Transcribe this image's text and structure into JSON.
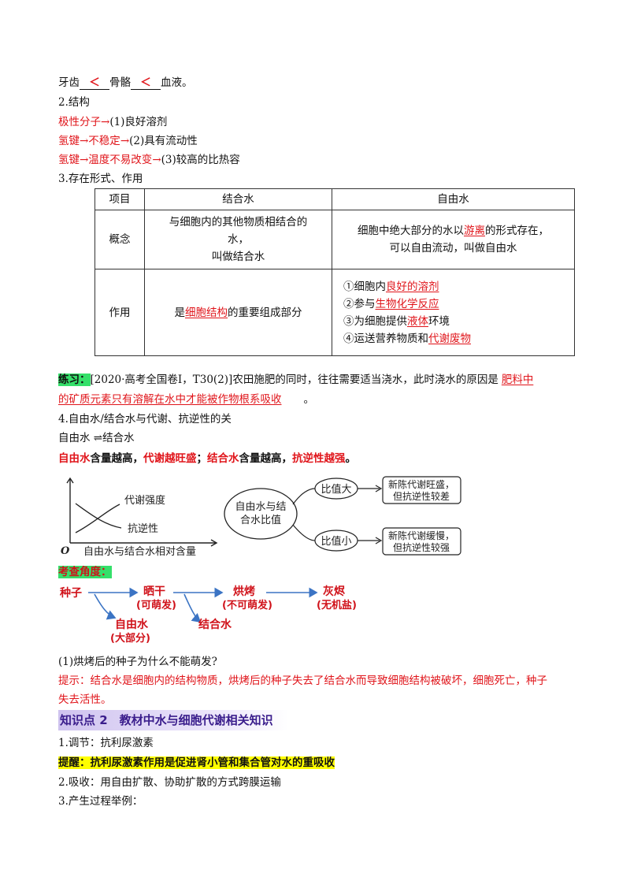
{
  "line1": {
    "a": "牙齿",
    "b1": "＜",
    "c": "骨骼",
    "b2": "＜",
    "d": "血液。"
  },
  "struct": {
    "heading": "2.结构",
    "r1a": "极性分子",
    "arrow": "→",
    "r1b": "(1)良好溶剂",
    "r2a": "氢键→不稳定",
    "r2b": "(2)具有流动性",
    "r3a": "氢键→温度不易改变",
    "r3b": "(3)较高的比热容"
  },
  "form_heading": "3.存在形式、作用",
  "table": {
    "h0": "项目",
    "h1": "结合水",
    "h2": "自由水",
    "r1_label": "概念",
    "r1_bound_l1": "与细胞内的其他物质相结合的",
    "r1_bound_l2": "水，",
    "r1_bound_l3": "叫做结合水",
    "r1_free_l1a": "细胞中绝大部分的水以",
    "r1_free_l1b": "游离",
    "r1_free_l1c": "的形式存在，",
    "r1_free_l2": "可以自由流动，叫做自由水",
    "r2_label": "作用",
    "r2_bound_a": "是",
    "r2_bound_b": "细胞结构",
    "r2_bound_c": "的重要组成部分",
    "f1a": "①细胞内",
    "f1b": "良好的溶剂",
    "f2a": "②参与",
    "f2b": "生物化学反应",
    "f3a": "③为细胞提供",
    "f3b": "液体",
    "f3c": "环境",
    "f4a": "④运送营养物质和",
    "f4b": "代谢废物"
  },
  "exercise": {
    "tag": "练习：",
    "text": "[2020·高考全国卷Ⅰ，T30(2)]农田施肥的同时，往往需要适当浇水，此时浇水的原因是",
    "ans1": "肥料中",
    "ans2": "的矿质元素只有溶解在水中才能被作物根系吸收",
    "end": "。"
  },
  "s4": {
    "heading": "4.自由水/结合水与代谢、抗逆性的关",
    "eq_a": "自由水",
    "eq_sym": "⇌",
    "eq_b": "结合水",
    "bold": {
      "a": "自由水",
      "b": "含量越高，",
      "c": "代谢越旺盛",
      "d": "；",
      "e": "结合水",
      "f": "含量越高，",
      "g": "抗逆性越强",
      "h": "。"
    }
  },
  "graph": {
    "l_metab": "代谢强度",
    "l_resist": "抗逆性",
    "origin": "O",
    "xlabel": "自由水与结合水相对含量"
  },
  "ratio": {
    "center_l1": "自由水与结",
    "center_l2": "合水比值",
    "big": "比值大",
    "small": "比值小",
    "out1_l1": "新陈代谢旺盛，",
    "out1_l2": "但抗逆性较差",
    "out2_l1": "新陈代谢缓慢，",
    "out2_l2": "但抗逆性较强"
  },
  "angle": {
    "tag": "考查角度："
  },
  "seedflow": {
    "s1": "种子",
    "s2": "晒干",
    "s2b": "(可萌发)",
    "s3": "烘烤",
    "s3b": "(不可萌发)",
    "s4": "灰烬",
    "s4b": "(无机盐)",
    "w1": "自由水",
    "w1b": "(大部分)",
    "w2": "结合水"
  },
  "q": {
    "q1": "(1)烘烤后的种子为什么不能萌发?",
    "hint1": "提示：结合水是细胞内的结构物质，烘烤后的种子失去了结合水而导致细胞结构被破坏，细胞死亡，种子",
    "hint2": "失去活性。"
  },
  "kp2": {
    "title": "知识点 2　教材中水与细胞代谢相关知识",
    "l1": "1.调节：抗利尿激素",
    "tip": "提醒：抗利尿激素作用是促进肾小管和集合管对水的重吸收",
    "l2": "2.吸收：用自由扩散、协助扩散的方式跨膜运输",
    "l3": "3.产生过程举例："
  }
}
